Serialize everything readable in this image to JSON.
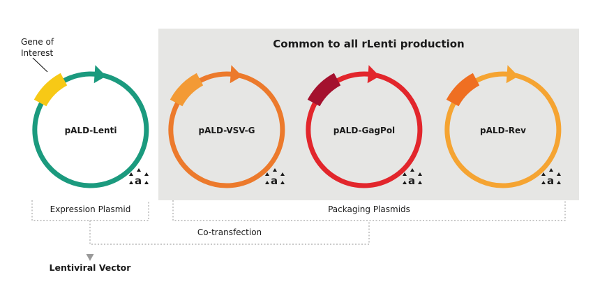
{
  "colors": {
    "panel_bg": "#e6e6e4",
    "teal": "#1b9a7e",
    "yellow": "#f7c916",
    "orange": "#ec7a2c",
    "orange_light": "#f39a35",
    "red": "#e2262c",
    "dark_red": "#a4112e",
    "rev_orange": "#f5a432",
    "rev_insert": "#ef6f22",
    "dotted_line": "#b5b5b5",
    "arrow_gray": "#9a9a9a"
  },
  "gene_label_line1": "Gene of",
  "gene_label_line2": "Interest",
  "panel_title": "Common to all rLenti production",
  "plasmids": [
    {
      "name": "pALD-Lenti",
      "ring_color": "teal",
      "insert_color": "yellow"
    },
    {
      "name": "pALD-VSV-G",
      "ring_color": "orange",
      "insert_color": "orange_light"
    },
    {
      "name": "pALD-GagPol",
      "ring_color": "red",
      "insert_color": "dark_red"
    },
    {
      "name": "pALD-Rev",
      "ring_color": "rev_orange",
      "insert_color": "rev_insert"
    }
  ],
  "logo_letter": "a",
  "expression_label": "Expression Plasmid",
  "packaging_label": "Packaging Plasmids",
  "cotransfection_label": "Co-transfection",
  "result_label": "Lentiviral Vector"
}
